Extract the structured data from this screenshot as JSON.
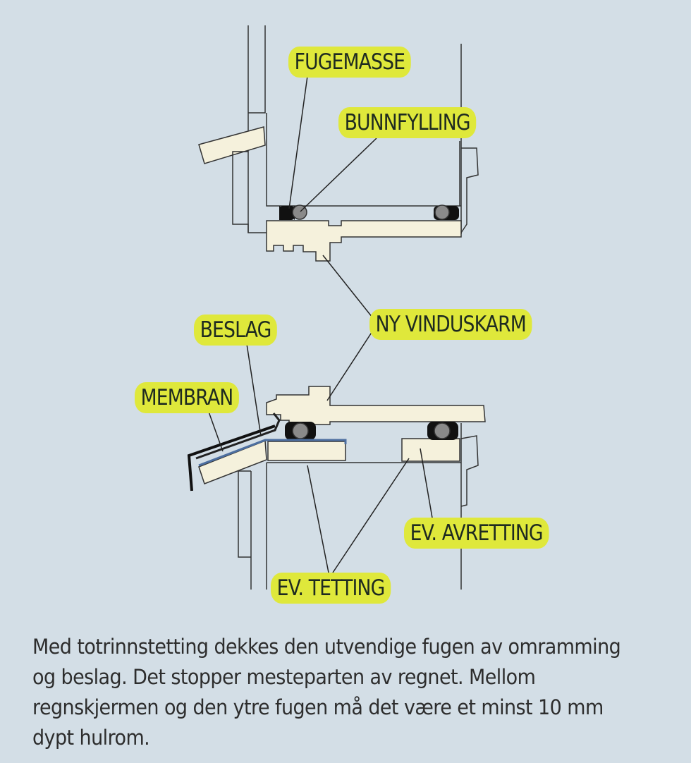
{
  "labels": {
    "fugemasse": "FUGEMASSE",
    "bunnfylling": "BUNNFYLLING",
    "ny_vinduskarm": "NY VINDUSKARM",
    "beslag": "BESLAG",
    "membran": "MEMBRAN",
    "ev_avretting": "EV. AVRETTING",
    "ev_tetting": "EV. TETTING"
  },
  "caption": "Med totrinnstetting dekkes den utvendige fugen av omramming og beslag. Det stopper mesteparten av regnet. Mellom regnskjermen og den ytre fugen må det være et minst 10 mm dypt hulrom.",
  "colors": {
    "background": "#d3dee6",
    "label_highlight": "#dfe83b",
    "wood": "#f5f1dc",
    "membrane_blue": "#4d6fa0"
  }
}
